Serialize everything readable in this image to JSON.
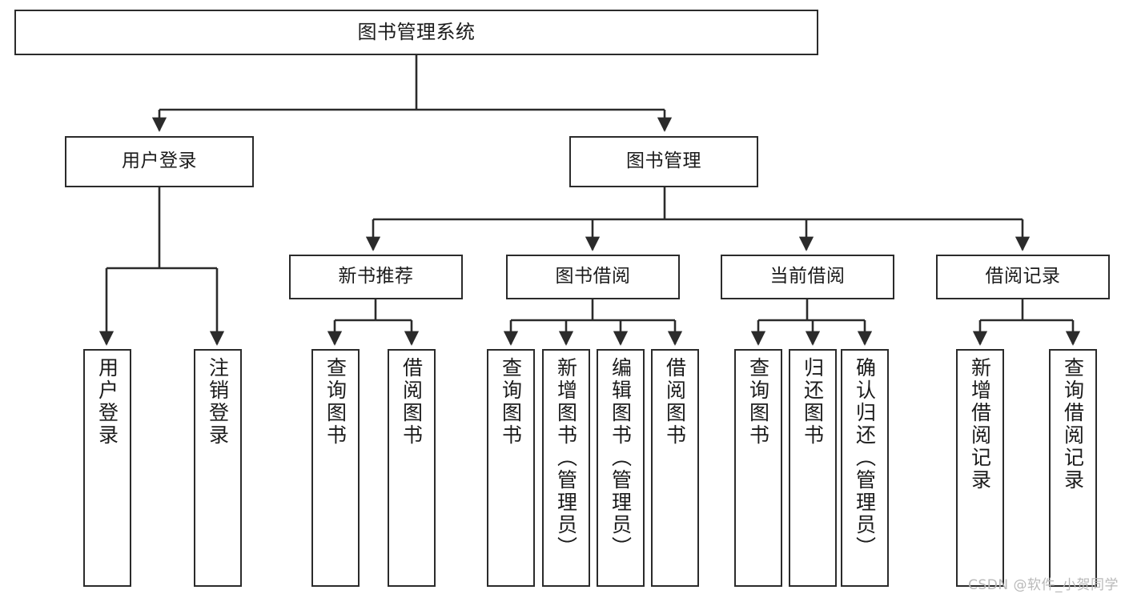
{
  "diagram": {
    "title": "图书管理系统",
    "watermark": "CSDN @软件_小贺同学",
    "colors": {
      "stroke": "#2b2b2b",
      "fill": "#ffffff",
      "text": "#1b1b1b",
      "watermark": "#b9b9b9"
    },
    "nodes": {
      "root": {
        "label": "图书管理系统"
      },
      "level2": [
        {
          "id": "user-login",
          "label": "用户登录"
        },
        {
          "id": "book-manage",
          "label": "图书管理"
        }
      ],
      "level3": [
        {
          "id": "new-book-recommend",
          "label": "新书推荐"
        },
        {
          "id": "book-borrow",
          "label": "图书借阅"
        },
        {
          "id": "current-borrow",
          "label": "当前借阅"
        },
        {
          "id": "borrow-record",
          "label": "借阅记录"
        }
      ],
      "leaves": [
        {
          "id": "leaf-user-login",
          "label": "用户登录",
          "parent": "user-login"
        },
        {
          "id": "leaf-logout-login",
          "label": "注销登录",
          "parent": "user-login"
        },
        {
          "id": "leaf-query-book-1",
          "label": "查询图书",
          "parent": "new-book-recommend"
        },
        {
          "id": "leaf-borrow-book-1",
          "label": "借阅图书",
          "parent": "new-book-recommend"
        },
        {
          "id": "leaf-query-book-2",
          "label": "查询图书",
          "parent": "book-borrow"
        },
        {
          "id": "leaf-add-book",
          "label": "新增图书（管理员）",
          "parent": "book-borrow"
        },
        {
          "id": "leaf-edit-book",
          "label": "编辑图书（管理员）",
          "parent": "book-borrow"
        },
        {
          "id": "leaf-borrow-book-2",
          "label": "借阅图书",
          "parent": "book-borrow"
        },
        {
          "id": "leaf-query-book-3",
          "label": "查询图书",
          "parent": "current-borrow"
        },
        {
          "id": "leaf-return-book",
          "label": "归还图书",
          "parent": "current-borrow"
        },
        {
          "id": "leaf-confirm-return",
          "label": "确认归还（管理员）",
          "parent": "current-borrow"
        },
        {
          "id": "leaf-add-record",
          "label": "新增借阅记录",
          "parent": "borrow-record"
        },
        {
          "id": "leaf-query-record",
          "label": "查询借阅记录",
          "parent": "borrow-record"
        }
      ]
    }
  }
}
